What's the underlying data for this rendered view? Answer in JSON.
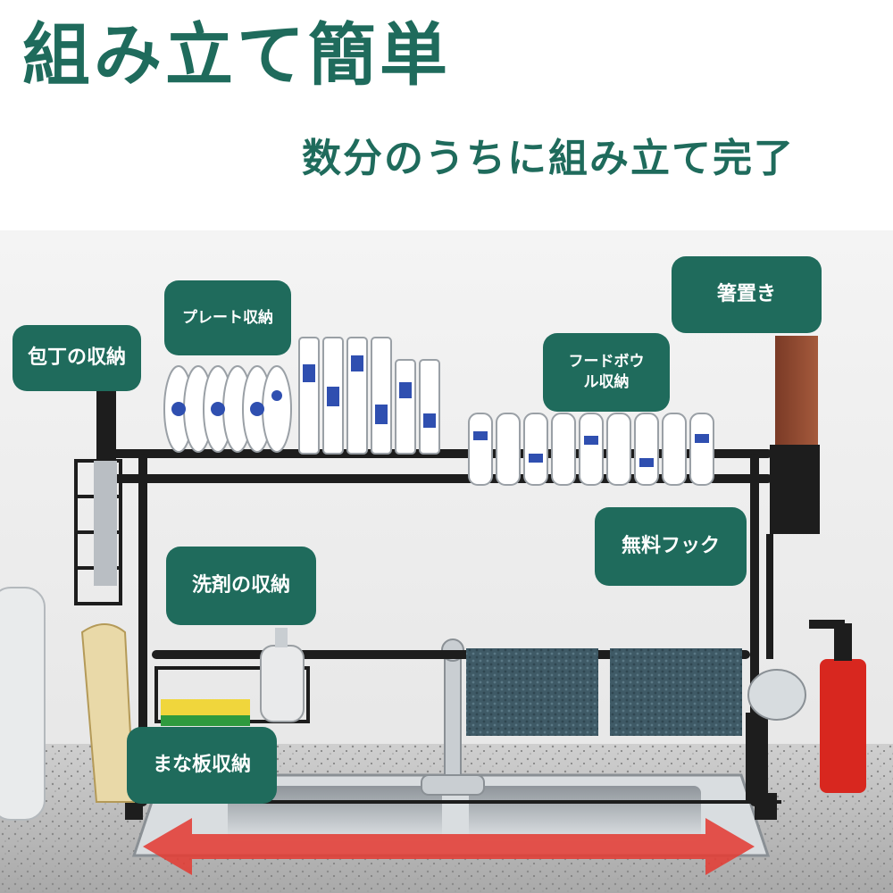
{
  "headline": "組み立て簡単",
  "subline": "数分のうちに組み立て完了",
  "colors": {
    "brand": "#1f6b5c",
    "arrow": "#e23c34",
    "rack": "#1d1d1d",
    "pattern": "#2f4fb0"
  },
  "callouts": {
    "knife": "包丁の収納",
    "plate": "プレート収納",
    "chopsticks": "箸置き",
    "bowl": "フードボウ\nル収納",
    "hook": "無料フック",
    "detergent": "洗剤の収納",
    "board": "まな板収納"
  }
}
